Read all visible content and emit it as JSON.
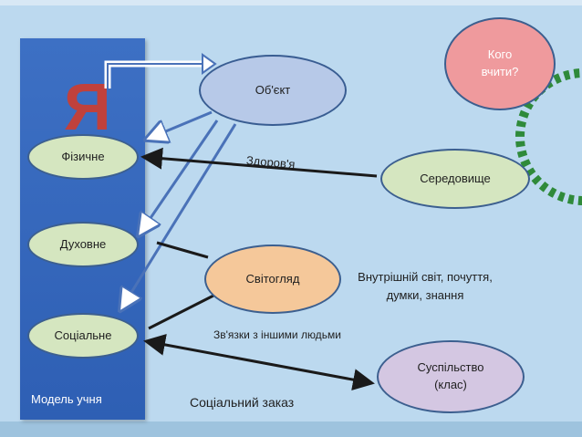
{
  "panel": {
    "letter": "Я",
    "caption": "Модель учня"
  },
  "nodes": {
    "fizychne": "Фізичне",
    "dukhovne": "Духовне",
    "sotsialne": "Соціальне",
    "obiekt": "Об'єкт",
    "svitohliad": "Світогляд",
    "seredovyshche": "Середовище",
    "suspilstvo_line1": "Суспільство",
    "suspilstvo_line2": "(клас)",
    "koho_line1": "Кого",
    "koho_line2": "вчити?"
  },
  "labels": {
    "zdorovia": "Здоров'я",
    "vnutrishnii_line1": "Внутрішній світ, почуття,",
    "vnutrishnii_line2": "думки, знання",
    "zviazky": "Зв'язки з іншими людьми",
    "sotsialnyi_zakaz": "Соціальний заказ"
  },
  "colors": {
    "panel": "#2e5fb4",
    "arrow_black": "#1a1a1a",
    "arrow_blue": "#4a72b8",
    "letter": "#c0413c"
  }
}
